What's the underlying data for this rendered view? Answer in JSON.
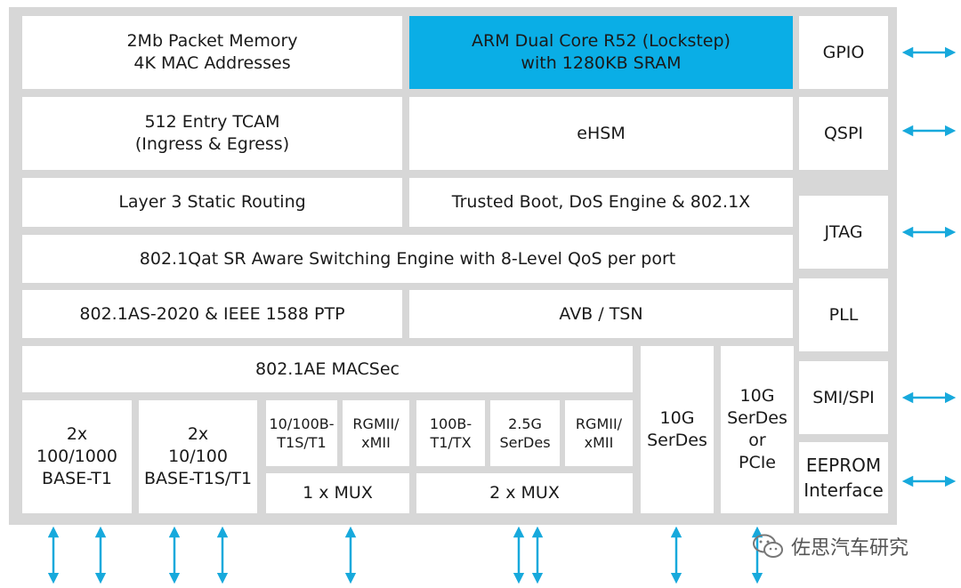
{
  "colors": {
    "accent": "#0aaee6",
    "chip_bg": "#d7d7d7",
    "block_bg": "#ffffff",
    "arrow": "#17a9dc"
  },
  "blocks": {
    "packet_memory": "2Mb Packet Memory\n4K MAC Addresses",
    "arm_core": "ARM Dual Core R52 (Lockstep)\nwith 1280KB SRAM",
    "tcam": "512 Entry TCAM\n(Ingress & Egress)",
    "ehsm": "eHSM",
    "l3_routing": "Layer 3 Static Routing",
    "trusted_boot": "Trusted Boot, DoS Engine & 802.1X",
    "switching_engine": "802.1Qat SR Aware  Switching Engine with 8-Level QoS per port",
    "ptp": "802.1AS-2020 & IEEE 1588 PTP",
    "avb_tsn": "AVB / TSN",
    "macsec": "802.1AE MACSec",
    "base_t1_1000": "2x\n100/1000\nBASE-T1",
    "base_t1s": "2x\n10/100\nBASE-T1S/T1",
    "t1s_t1": "10/100B-\nT1S/T1",
    "rgmii_1": "RGMII/\nxMII",
    "t1_tx": "100B-\nT1/TX",
    "serdes_25g": "2.5G\nSerDes",
    "rgmii_2": "RGMII/\nxMII",
    "mux_1": "1 x MUX",
    "mux_2": "2 x MUX",
    "serdes_10g": "10G\nSerDes",
    "serdes_10g_pcie": "10G\nSerDes\nor\nPCIe"
  },
  "interfaces": {
    "gpio": "GPIO",
    "qspi": "QSPI",
    "jtag": "JTAG",
    "pll": "PLL",
    "smi_spi": "SMI/SPI",
    "eeprom": "EEPROM\nInterface"
  },
  "watermark": {
    "text": "佐思汽车研究",
    "icon": "wechat-icon"
  }
}
